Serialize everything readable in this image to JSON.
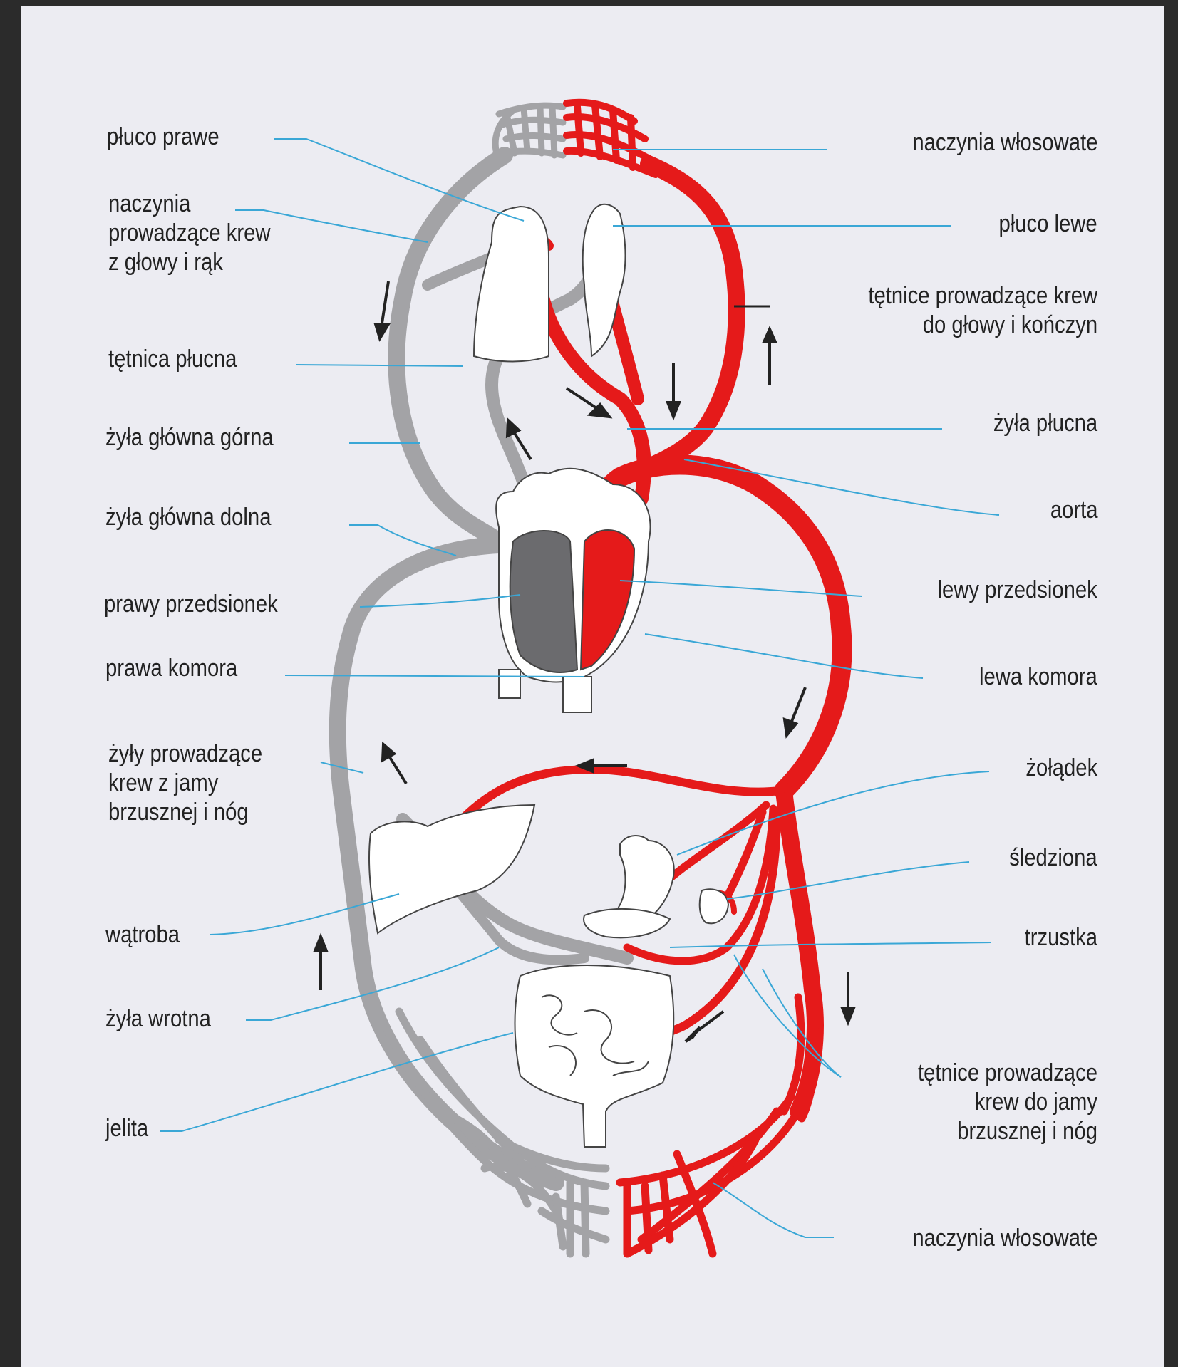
{
  "colors": {
    "background": "#ececf2",
    "frame": "#2b2b2b",
    "venous": "#a3a3a6",
    "arterial": "#e51a1a",
    "leader_line": "#3aa7d6",
    "heart_dark": "#6b6b6e",
    "organ_fill": "#ffffff"
  },
  "labels_left": {
    "pluco_prawe": "płuco prawe",
    "naczynia_glowa": "naczynia\nprowadzące krew\nz głowy i rąk",
    "tetnica_plucna": "tętnica płucna",
    "zyla_glowna_gorna": "żyła główna górna",
    "zyla_glowna_dolna": "żyła główna dolna",
    "prawy_przedsionek": "prawy przedsionek",
    "prawa_komora": "prawa komora",
    "zyly_jama": "żyły prowadzące\nkrew z jamy\nbrzusznej i nóg",
    "watroba": "wątroba",
    "zyla_wrotna": "żyła wrotna",
    "jelita": "jelita"
  },
  "labels_right": {
    "naczynia_wlosowate_gora": "naczynia włosowate",
    "pluco_lewe": "płuco lewe",
    "tetnice_glowa": "tętnice prowadzące krew\ndo głowy i kończyn",
    "zyla_plucna": "żyła płucna",
    "aorta": "aorta",
    "lewy_przedsionek": "lewy przedsionek",
    "lewa_komora": "lewa komora",
    "zoladek": "żołądek",
    "sledziona": "śledziona",
    "trzustka": "trzustka",
    "tetnice_jama": "tętnice prowadzące\nkrew do jamy\nbrzusznej i nóg",
    "naczynia_wlosowate_dol": "naczynia włosowate"
  }
}
